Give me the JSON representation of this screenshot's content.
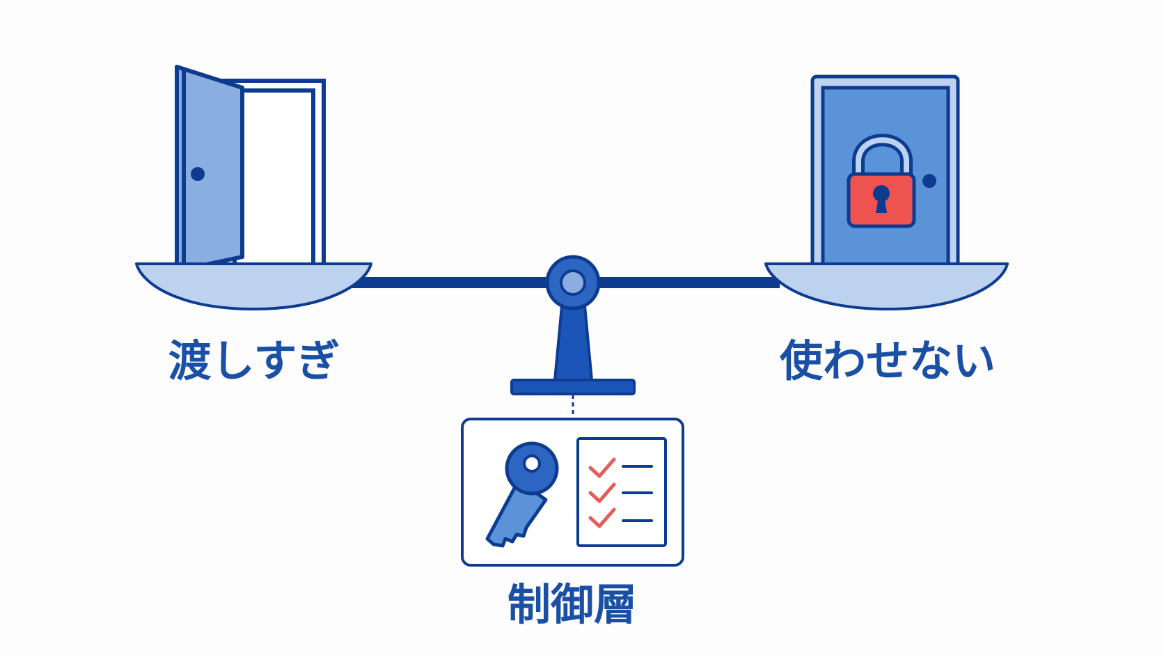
{
  "labels": {
    "left": "渡しすぎ",
    "right": "使わせない",
    "bottom": "制御層"
  },
  "icons": {
    "left_pan": "open-door-icon",
    "right_pan": "locked-door-icon",
    "lock": "padlock-icon",
    "key": "key-icon",
    "checklist": "checklist-icon",
    "fulcrum": "fulcrum-pivot-icon"
  },
  "colors": {
    "navy": "#0d3b8f",
    "label_blue": "#1a4fa6",
    "light_blue": "#8aaee0",
    "pan_fill": "#bcd2ef",
    "door_blue": "#5b93d8",
    "lock_red": "#ef5350",
    "check_red": "#e85a5a",
    "background": "#fdfdfd"
  }
}
